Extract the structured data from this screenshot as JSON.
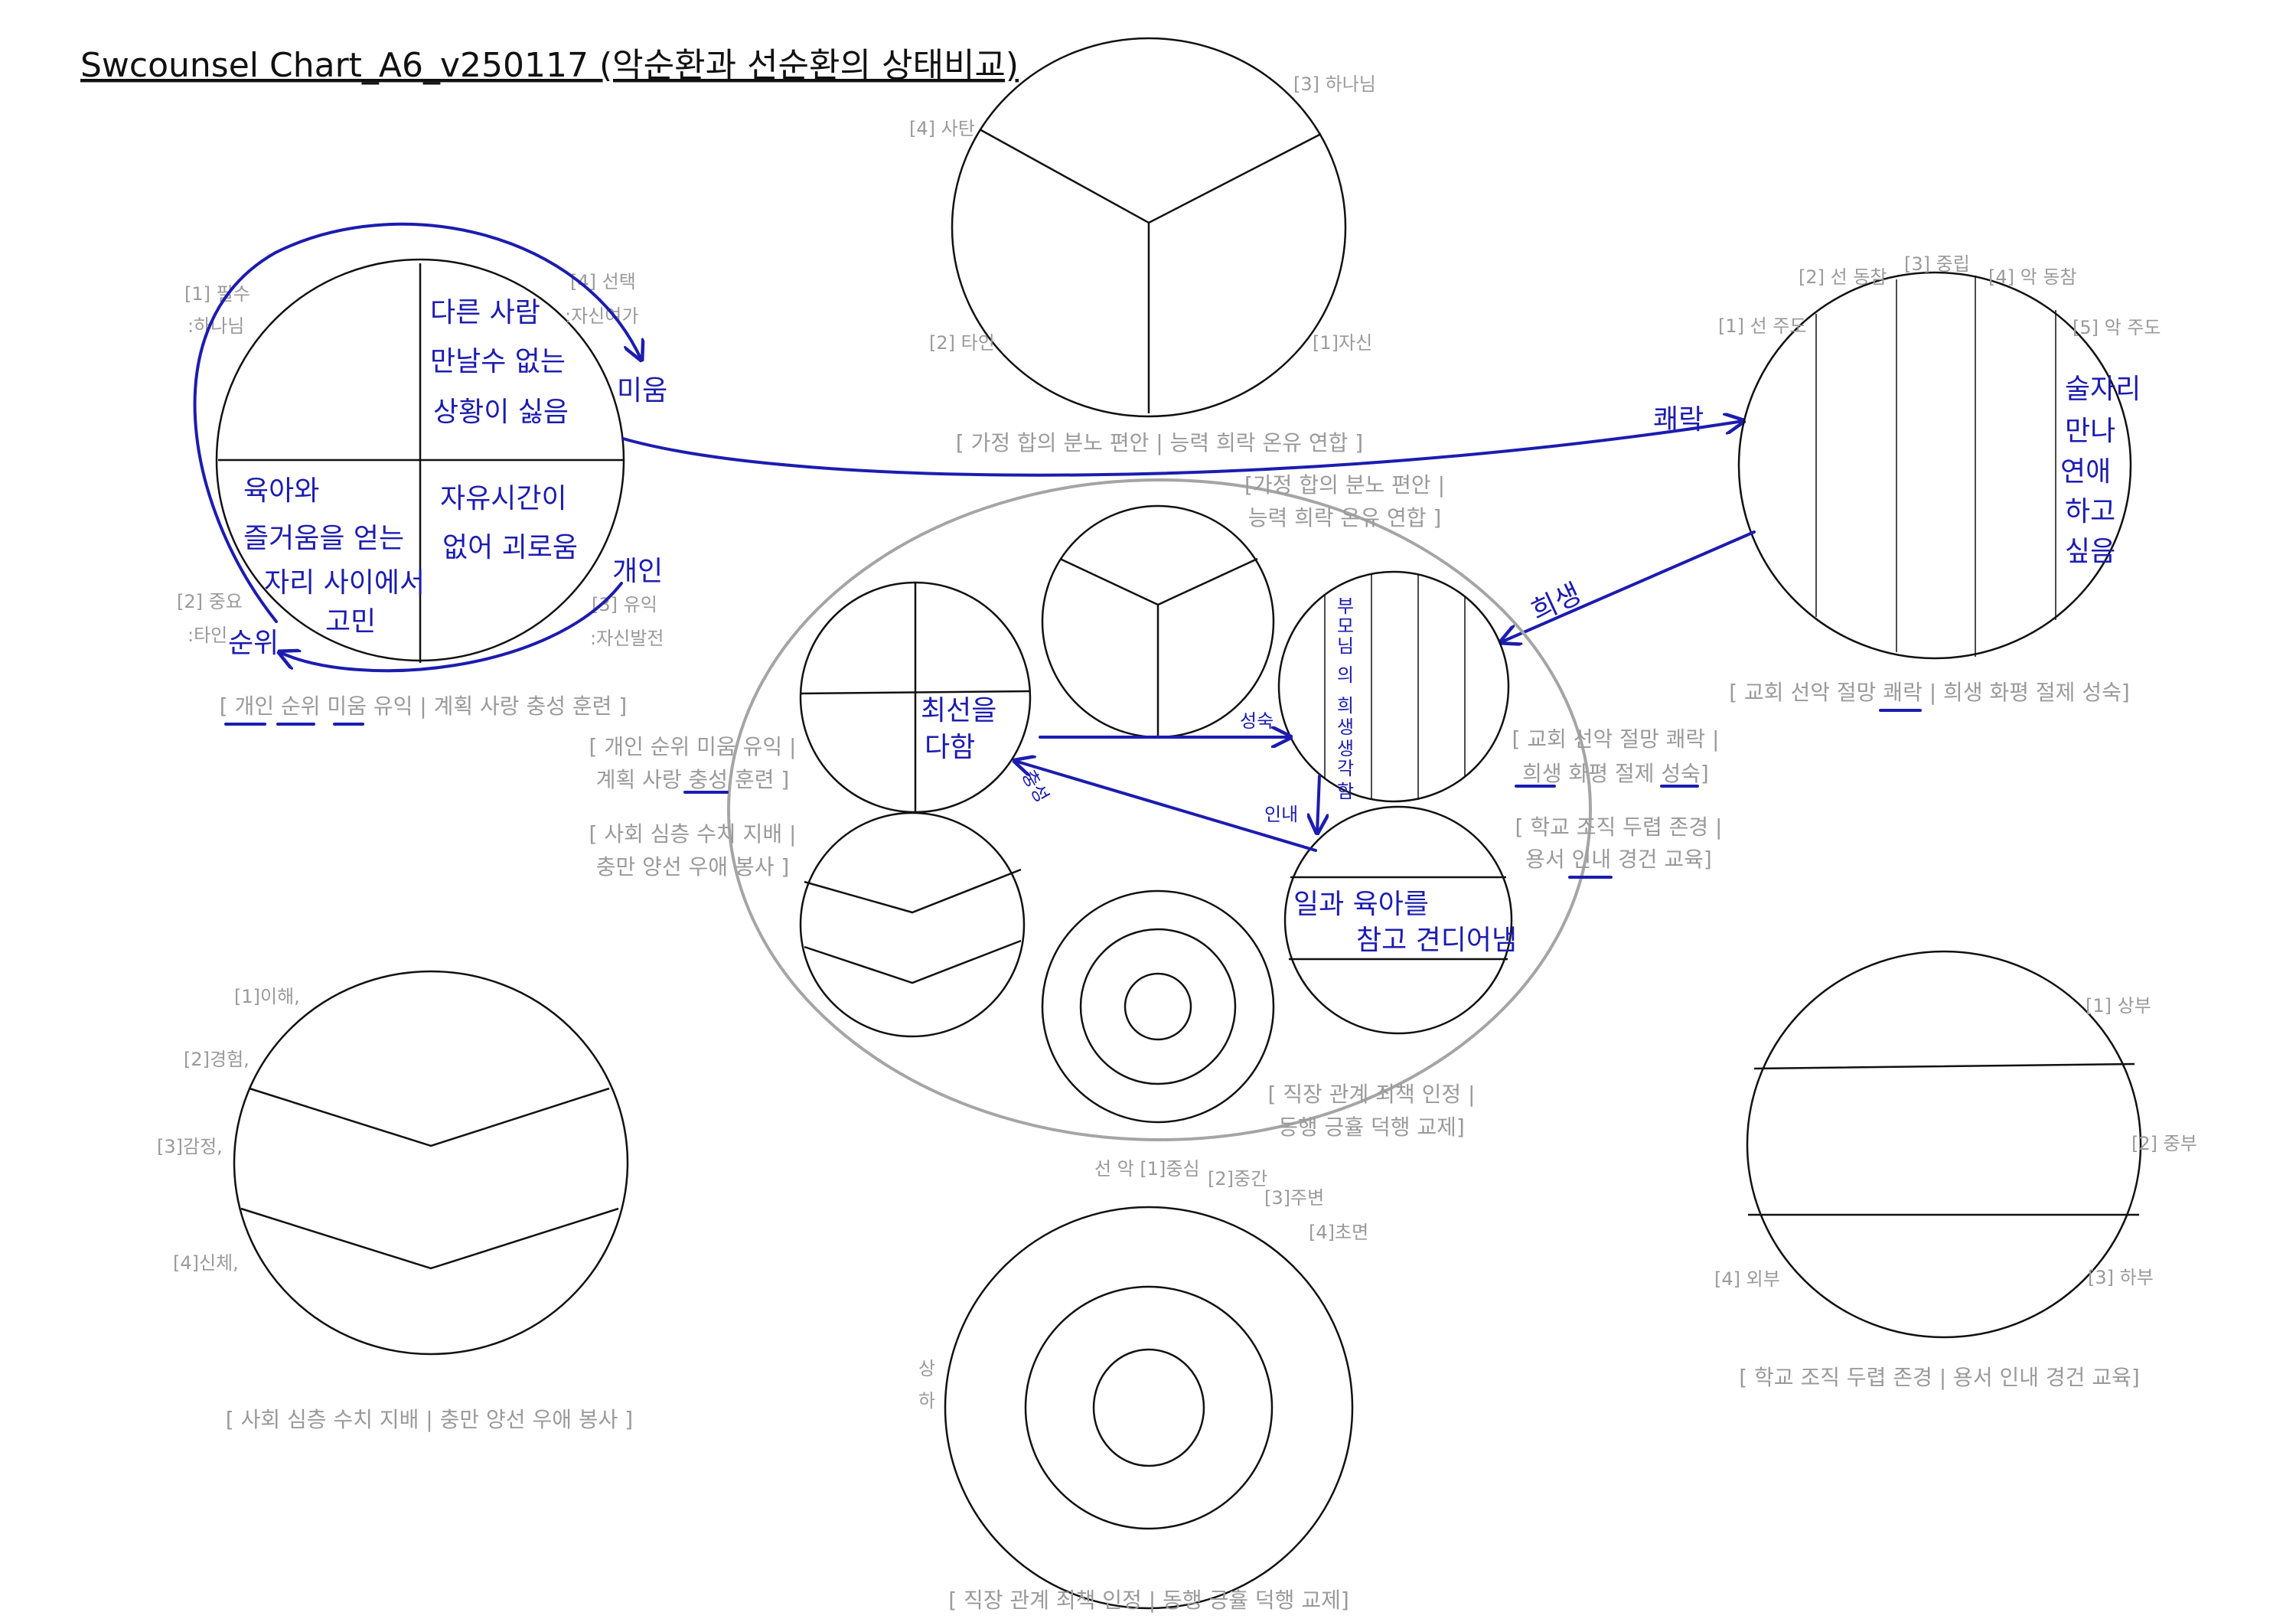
{
  "title": "Swcounsel Chart_A6_v250117 (악순환과 선순환의 상태비교)",
  "colors": {
    "ink": "#1c1cb0",
    "label": "#9a9a9a"
  },
  "family_chart": {
    "labels": [
      "[3] 하나님",
      "[4] 사탄",
      "[2] 타인",
      "[1]자신"
    ],
    "caption": "[ 가정 합의 분노 편안 | 능력 희락 온유 연합 ]"
  },
  "personal_chart": {
    "labels": [
      "[1] 필수",
      ":하나님",
      "[4] 선택",
      ":자신여가",
      "[2] 중요",
      ":타인",
      "[3] 유익",
      ":자신발전"
    ],
    "caption": "[ 개인 순위 미움 유익 | 계획 사랑 충성 훈련 ]",
    "notes_tr": [
      "다른 사람",
      "만날수 없는",
      "상황이 싫음"
    ],
    "notes_bl": [
      "육아와",
      "즐거움을 얻는",
      "자리 사이에서",
      "고민"
    ],
    "notes_br": [
      "자유시간이",
      "없어 괴로움"
    ],
    "arrow_labels": [
      "미움",
      "개인",
      "순위"
    ]
  },
  "church_chart": {
    "labels": [
      "[1] 선 주도",
      "[2] 선 동참",
      "[3] 중립",
      "[4] 악 동참",
      "[5] 악 주도"
    ],
    "caption": "[ 교회 선악 절망 쾌락 | 희생 화평 절제 성숙]",
    "notes": [
      "술자리",
      "만나",
      "연애",
      "하고",
      "싶음"
    ],
    "arrow_in": "쾌락",
    "arrow_out": "희생"
  },
  "social_chart": {
    "labels": [
      "[1]이해,",
      "[2]경험,",
      "[3]감정,",
      "[4]신체,"
    ],
    "caption": "[ 사회 심층 수치 지배 | 충만 양선 우애 봉사 ]"
  },
  "work_chart": {
    "labels": [
      "선  악 [1]중심",
      "[2]중간",
      "[3]주변",
      "[4]초면",
      "상",
      "하"
    ],
    "caption": "[ 직장 관계 죄책 인정 | 동행 긍휼 덕행 교제]"
  },
  "school_chart": {
    "labels": [
      "[1] 상부",
      "[2] 중부",
      "[3] 하부",
      "[4] 외부"
    ],
    "caption": "[ 학교 조직 두렵 존경 | 용서 인내 경건 교육]"
  },
  "center_cluster": {
    "labels": [
      "[가정 합의 분노 편안 |",
      "능력 희락 온유 연합 ]",
      "[ 개인 순위 미움 유익 |",
      "계획 사랑 충성 훈련 ]",
      "[ 사회 심층 수치 지배 |",
      "충만 양선 우애 봉사 ]",
      "[ 교회 선악 절망 쾌락 |",
      "희생 화평 절제 성숙]",
      "[ 학교 조직 두렵 존경 |",
      "용서 인내 경건 교육]",
      "[ 직장 관계 죄책 인정 |",
      "동행 긍휼 덕행 교제]"
    ],
    "note_personal": [
      "최선을",
      "다함"
    ],
    "note_church": [
      "부",
      "모",
      "님",
      "의",
      "희",
      "생",
      "생",
      "각",
      "함"
    ],
    "note_school": [
      "일과 육아를",
      "참고 견디어냄"
    ],
    "arrows": [
      "성숙",
      "충성",
      "인내"
    ]
  }
}
